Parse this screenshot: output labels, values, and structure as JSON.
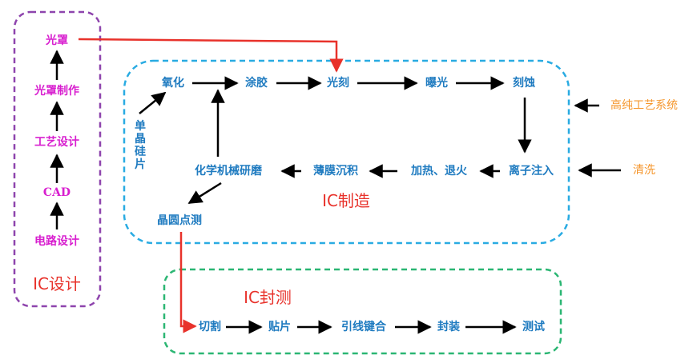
{
  "design": {
    "title": "IC设计",
    "steps": [
      "电路设计",
      "CAD",
      "工艺设计",
      "光罩制作",
      "光罩"
    ]
  },
  "fab": {
    "title": "IC制造",
    "row1": [
      "氧化",
      "涂胶",
      "光刻",
      "曝光",
      "刻蚀"
    ],
    "row2": [
      "化学机械研磨",
      "薄膜沉积",
      "加热、退火",
      "离子注入"
    ],
    "wafer": "单晶硅片",
    "probe": "晶圆点测",
    "inputs": [
      "高纯工艺系统",
      "清洗"
    ]
  },
  "test": {
    "title": "IC封测",
    "steps": [
      "切割",
      "贴片",
      "引线键合",
      "封装",
      "测试"
    ]
  },
  "colors": {
    "design_box": "#8e44ad",
    "fab_box": "#29abe2",
    "test_box": "#2bb673",
    "arrow": "#000000",
    "link_arrow": "#e8322b"
  }
}
